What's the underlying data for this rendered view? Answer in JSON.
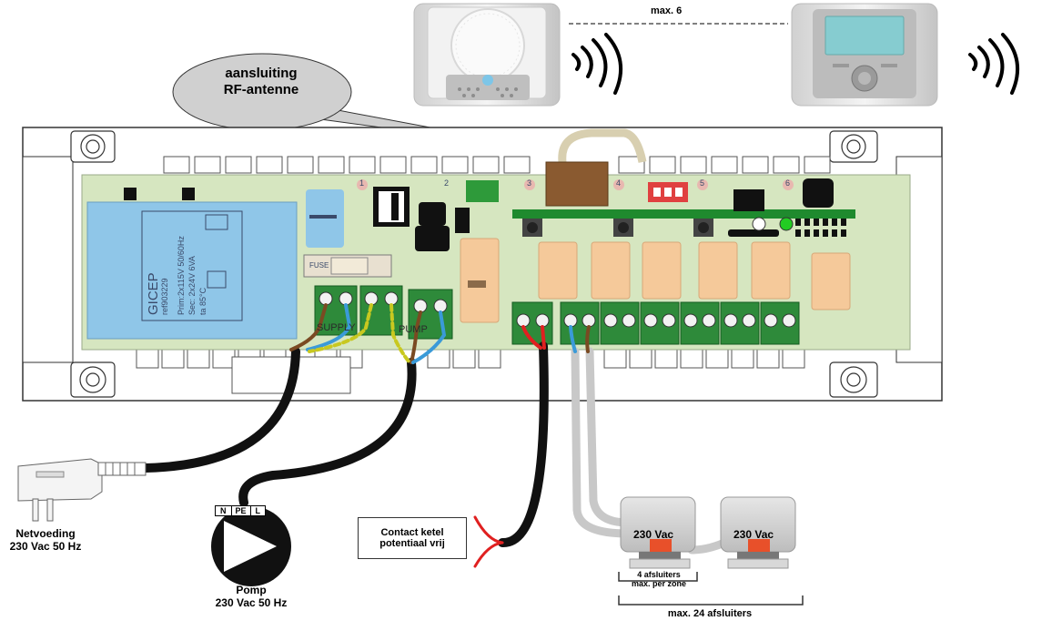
{
  "callout": {
    "line1": "aansluiting",
    "line2": "RF-antenne"
  },
  "thermostat_link": "max. 6",
  "transformer": {
    "brand": "GICEP",
    "ref": "ref903229",
    "primary": "Prim:2x115V 50/60Hz",
    "secondary": "Sec: 2x24V 6VA",
    "ta": "ta 85°C"
  },
  "pcb_labels": {
    "fuse": "FUSE",
    "supply": "SUPPLY",
    "pump": "PUMP",
    "zone_numbers": [
      "1",
      "2",
      "3",
      "4",
      "5",
      "6"
    ]
  },
  "pump_terminals": [
    "N",
    "PE",
    "L"
  ],
  "labels": {
    "power_title": "Netvoeding",
    "power_spec": "230 Vac 50 Hz",
    "pump_title": "Pomp",
    "pump_spec": "230 Vac 50 Hz",
    "boiler_line1": "Contact ketel",
    "boiler_line2": "potentiaal vrij",
    "valve_voltage": "230 Vac",
    "valves_per_zone_line1": "4 afsluiters",
    "valves_per_zone_line2": "max. per zone",
    "valves_total": "max. 24 afsluiters"
  },
  "colors": {
    "board_green": "#d6e6c0",
    "relay_orange": "#f5c99a",
    "terminal_green": "#2e8a3a",
    "transformer_blue": "#8fc6e8",
    "actuator_red": "#e8502a",
    "cable_black": "#111111",
    "cable_grey": "#c8c8c8",
    "wire_brown": "#7a4a22",
    "wire_blue": "#3a9ad8",
    "wire_red": "#e02020",
    "wire_yellow_green": "#c8c820"
  }
}
